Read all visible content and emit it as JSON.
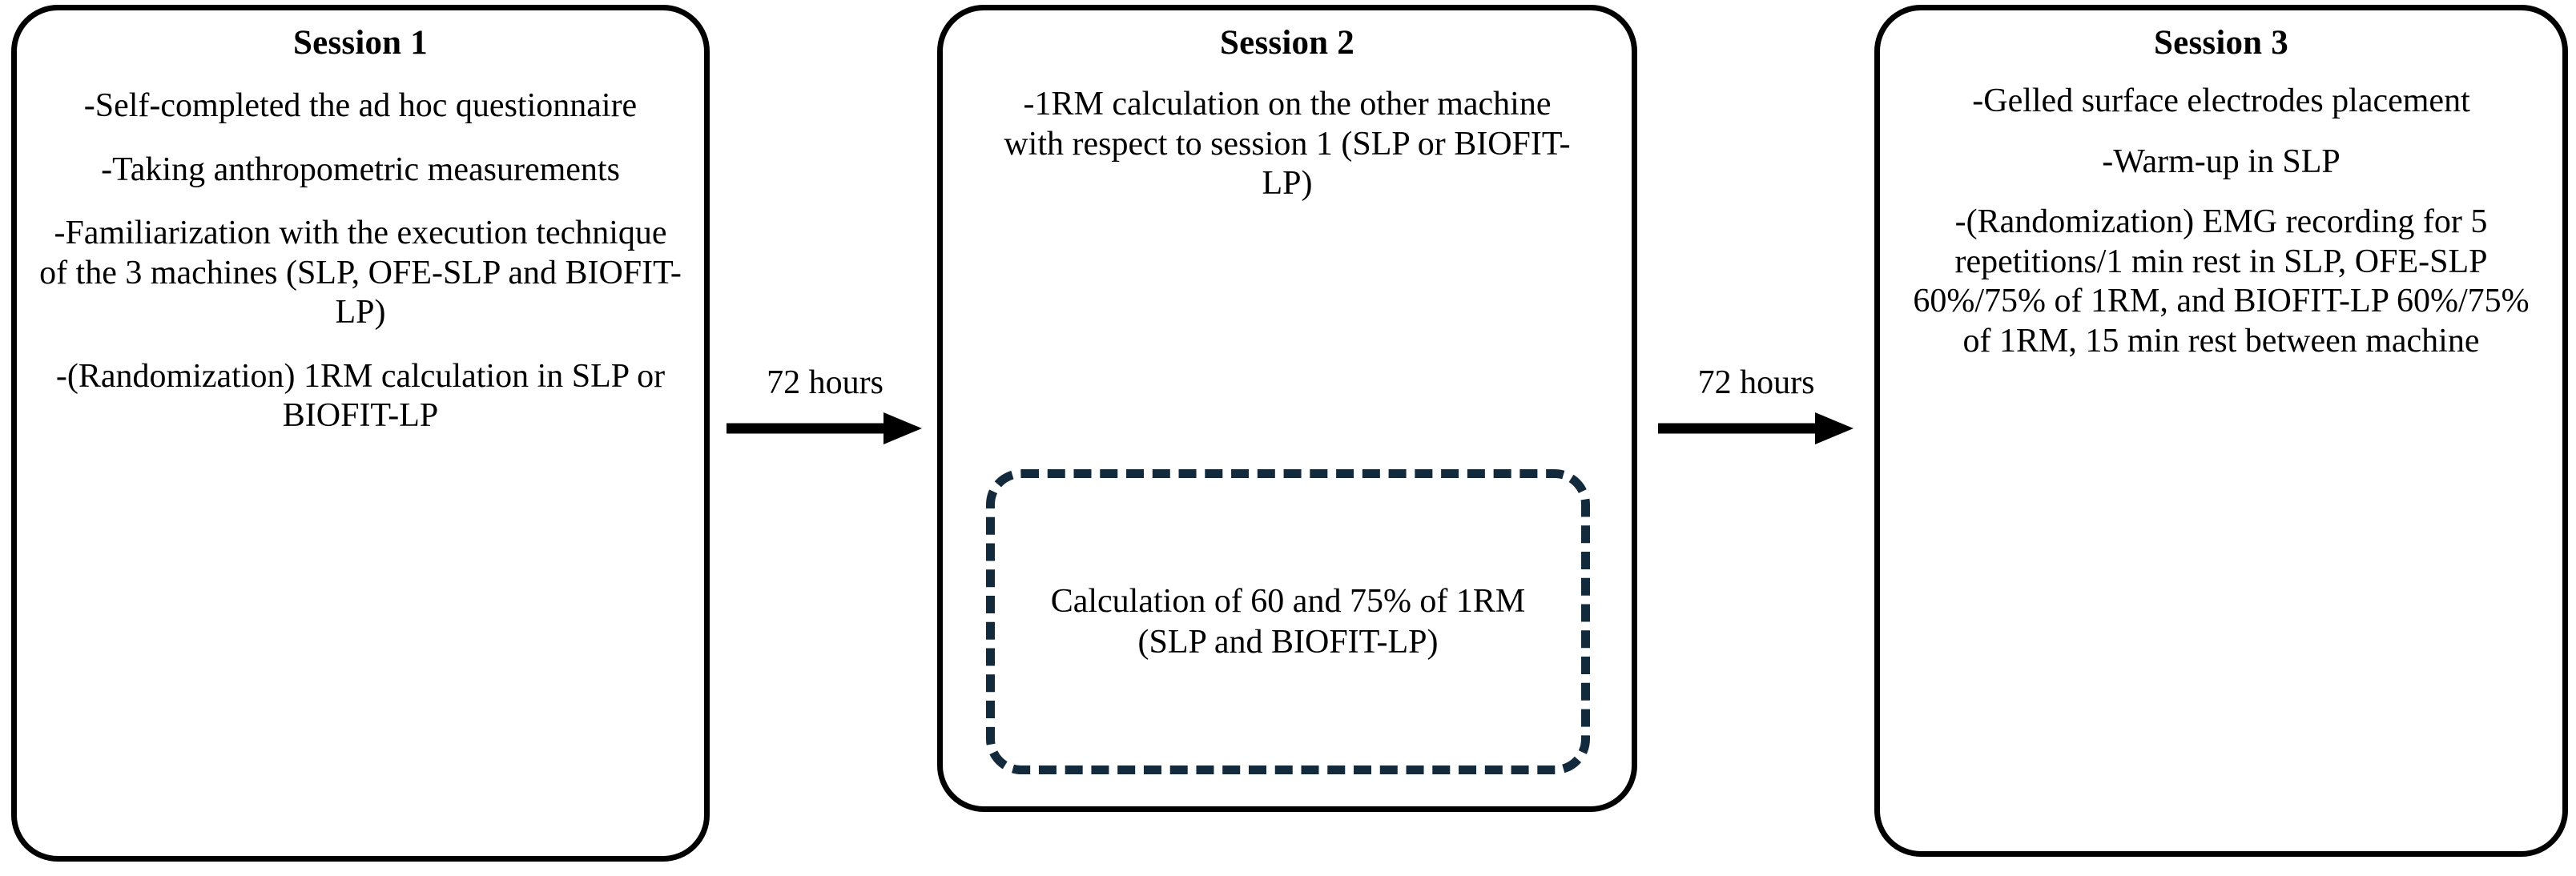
{
  "diagram": {
    "title": "Study protocol three-session flowchart",
    "colors": {
      "box_border": "#000000",
      "dashed_border": "#13293c",
      "text": "#000000",
      "background": "#ffffff"
    },
    "sessions": [
      {
        "id": "session-1",
        "title": "Session 1",
        "items": [
          "-Self-completed the ad hoc questionnaire",
          "-Taking anthropometric measurements",
          "-Familiarization with the execution technique of the 3 machines (SLP, OFE-SLP and BIOFIT-LP)",
          "-(Randomization) 1RM calculation in SLP or BIOFIT-LP"
        ]
      },
      {
        "id": "session-2",
        "title": "Session 2",
        "items": [
          "-1RM calculation on the other machine with respect to session 1 (SLP or BIOFIT-LP)"
        ],
        "dashed_box": {
          "text": "Calculation of 60 and 75% of 1RM (SLP and BIOFIT-LP)"
        }
      },
      {
        "id": "session-3",
        "title": "Session 3",
        "items": [
          "-Gelled surface electrodes placement",
          "-Warm-up in SLP",
          "-(Randomization) EMG recording for 5 repetitions/1 min rest in SLP, OFE-SLP 60%/75% of 1RM, and BIOFIT-LP 60%/75% of 1RM, 15 min rest between machine"
        ]
      }
    ],
    "connectors": [
      {
        "id": "connector-1",
        "label": "72 hours",
        "from": "session-1",
        "to": "session-2",
        "direction": "right"
      },
      {
        "id": "connector-2",
        "label": "72 hours",
        "from": "session-2",
        "to": "session-3",
        "direction": "right"
      }
    ]
  }
}
